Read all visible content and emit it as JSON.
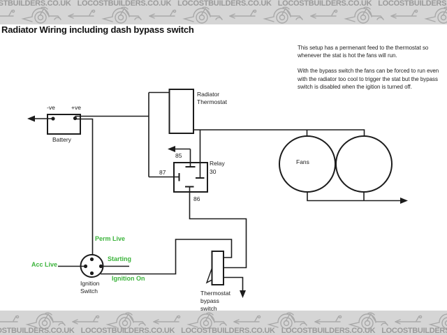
{
  "banner": {
    "text": "LOCOSTBUILDERS.CO.UK",
    "car_icon": "locost-car-sketch-icon"
  },
  "title": "Radiator Wiring including dash bypass switch",
  "notes": {
    "para1": "This setup has a permenant feed to the thermostat so whenever the stat is hot the fans will run.",
    "para2": "With the bypass switch the fans can be forced to run even with the radiator too cool to trigger the stat but the bypass switch is disabled when the igition is turned off."
  },
  "labels": {
    "battery": "Battery",
    "battery_neg": "-ve",
    "battery_pos": "+ve",
    "radiator_thermostat_1": "Radiator",
    "radiator_thermostat_2": "Thermostat",
    "relay": "Relay",
    "pin85": "85",
    "pin87": "87",
    "pin30": "30",
    "pin86": "86",
    "fans": "Fans",
    "perm_live": "Perm Live",
    "acc_live": "Acc Live",
    "starting": "Starting",
    "ignition_on": "Ignition On",
    "ignition_switch_1": "Ignition",
    "ignition_switch_2": "Switch",
    "bypass_1": "Thermostat",
    "bypass_2": "bypass",
    "bypass_3": "switch"
  },
  "colors": {
    "wire": "#1c1c1c",
    "green_label": "#3cb43c",
    "banner_bg": "#d5d5d5",
    "banner_text": "#9a9a9a",
    "banner_icon": "#a9a9a9"
  }
}
